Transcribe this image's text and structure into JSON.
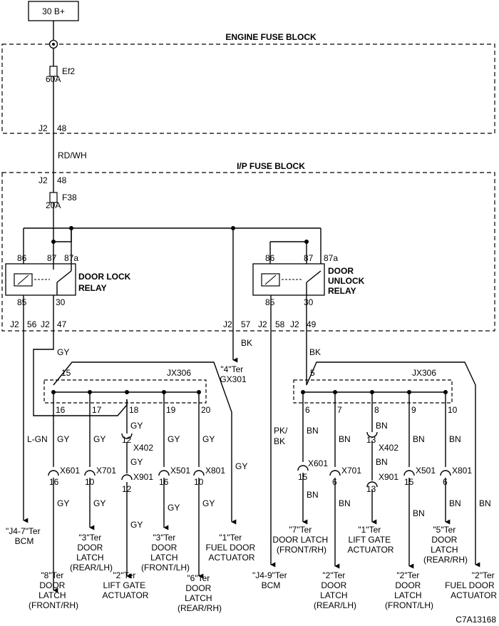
{
  "power": "30 B+",
  "engine_fuse_block": {
    "title": "ENGINE FUSE BLOCK",
    "fuse_name": "Ef2",
    "fuse_rating": "60A",
    "conn": "J2",
    "pin": "48"
  },
  "feed_wire": "RD/WH",
  "ip_fuse_block": {
    "title": "I/P FUSE BLOCK",
    "conn": "J2",
    "pin": "48",
    "fuse_name": "F38",
    "fuse_rating": "20A"
  },
  "lock_relay": {
    "label_line1": "DOOR LOCK",
    "label_line2": "RELAY",
    "pin_86": "86",
    "pin_87": "87",
    "pin_87a": "87a",
    "pin_85": "85",
    "pin_30": "30"
  },
  "unlock_relay": {
    "label_line1": "DOOR",
    "label_line2": "UNLOCK",
    "label_line3": "RELAY",
    "pin_86": "86",
    "pin_87": "87",
    "pin_87a": "87a",
    "pin_85": "85",
    "pin_30": "30"
  },
  "connectors": {
    "c1": "J2",
    "p1": "56",
    "c2": "J2",
    "p2": "47",
    "c3": "J2",
    "p3": "57",
    "c4": "J2",
    "p4": "58",
    "c5": "J2",
    "p5": "49"
  },
  "left": {
    "wire_gy": "GY",
    "splice_name": "JX306",
    "splice_in_pin": "15",
    "splice_pins": [
      "16",
      "17",
      "18",
      "19",
      "20"
    ],
    "bcm_wire": "L-GN",
    "x402": {
      "pin": "12",
      "name": "X402"
    },
    "x901": {
      "pin": "12",
      "name": "X901"
    },
    "x601": {
      "pin": "16",
      "name": "X601"
    },
    "x701": {
      "pin": "10",
      "name": "X701"
    },
    "x501": {
      "pin": "16",
      "name": "X501"
    },
    "x801": {
      "pin": "10",
      "name": "X801"
    },
    "gy": "GY",
    "bcm_dest": [
      "\"J4-7\"Ter",
      "BCM"
    ],
    "d_front_rh": [
      "\"8\"Ter",
      "DOOR",
      "LATCH",
      "(FRONT/RH)"
    ],
    "d_rear_lh": [
      "\"3\"Ter",
      "DOOR",
      "LATCH",
      "(REAR/LH)"
    ],
    "d_lift_gate": [
      "\"2\"Ter",
      "LIFT GATE",
      "ACTUATOR"
    ],
    "d_front_lh": [
      "\"3\"Ter",
      "DOOR",
      "LATCH",
      "(FRONT/LH)"
    ],
    "d_rear_rh": [
      "\"6\"Ter",
      "DOOR",
      "LATCH",
      "(REAR/RH)"
    ],
    "d_fuel_door": [
      "\"1\"Ter",
      "FUEL DOOR",
      "ACTUATOR"
    ]
  },
  "ground": {
    "wire": "BK",
    "dest": [
      "\"4\"Ter",
      "GX301"
    ]
  },
  "right": {
    "wire_bk": "BK",
    "splice_name": "JX306",
    "splice_in_pin": "5",
    "splice_pins": [
      "6",
      "7",
      "8",
      "9",
      "10"
    ],
    "bcm_wire": [
      "PK/",
      "BK"
    ],
    "x402": {
      "pin": "13",
      "name": "X402"
    },
    "x901": {
      "pin": "13",
      "name": "X901"
    },
    "x601": {
      "pin": "15",
      "name": "X601"
    },
    "x701": {
      "pin": "6",
      "name": "X701"
    },
    "x501": {
      "pin": "15",
      "name": "X501"
    },
    "x801": {
      "pin": "6",
      "name": "X801"
    },
    "bn": "BN",
    "bcm_dest": [
      "\"J4-9\"Ter",
      "BCM"
    ],
    "d_front_rh": [
      "\"7\"Ter",
      "DOOR LATCH",
      "(FRONT/RH)"
    ],
    "d_rear_lh": [
      "\"2\"Ter",
      "DOOR",
      "LATCH",
      "(REAR/LH)"
    ],
    "d_lift_gate": [
      "\"1\"Ter",
      "LIFT GATE",
      "ACTUATOR"
    ],
    "d_front_lh": [
      "\"2\"Ter",
      "DOOR",
      "LATCH",
      "(FRONT/LH)"
    ],
    "d_rear_rh": [
      "\"5\"Ter",
      "DOOR",
      "LATCH",
      "(REAR/RH)"
    ],
    "d_fuel_door": [
      "\"2\"Ter",
      "FUEL DOOR",
      "ACTUATOR"
    ]
  },
  "figure_code": "C7A13168"
}
